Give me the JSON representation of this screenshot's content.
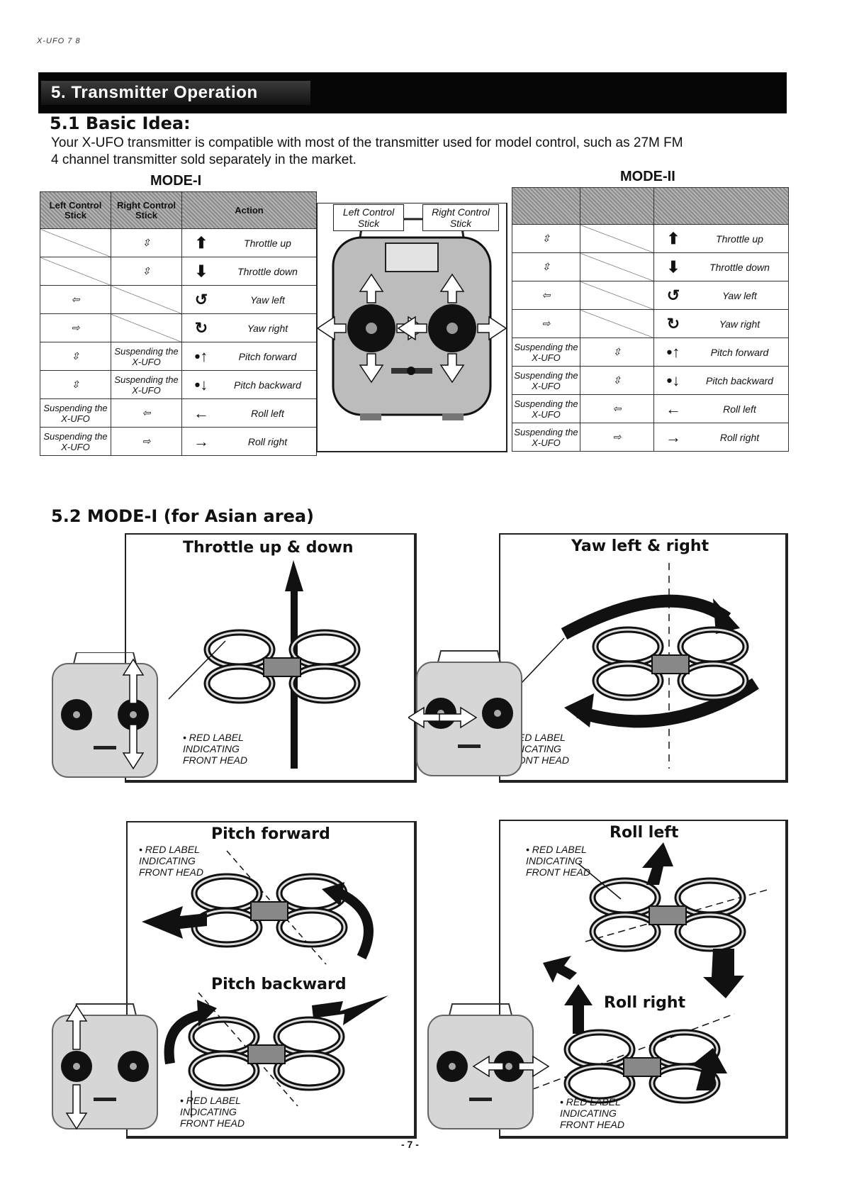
{
  "header": {
    "code": "X-UFO 7 8"
  },
  "section": {
    "title": "5. Transmitter Operation"
  },
  "basic": {
    "heading": "5.1 Basic Idea:",
    "line1": "Your X-UFO transmitter is compatible with most of the transmitter used for model control, such as 27M FM",
    "line2": "4 channel transmitter sold separately in the market."
  },
  "mode1": {
    "label": "MODE-I",
    "headers": {
      "left": "Left Control Stick",
      "right": "Right Control Stick",
      "action": "Action"
    },
    "rows": [
      {
        "left": "",
        "right": "⇳",
        "action": "Throttle up",
        "sym": "⬆"
      },
      {
        "left": "",
        "right": "⇳",
        "action": "Throttle down",
        "sym": "⬇"
      },
      {
        "left": "⇦",
        "right": "",
        "action": "Yaw left",
        "sym": "↺"
      },
      {
        "left": "⇨",
        "right": "",
        "action": "Yaw right",
        "sym": "↻"
      },
      {
        "left": "⇳",
        "right": "Suspending the X-UFO",
        "action": "Pitch forward",
        "sym": "•↑"
      },
      {
        "left": "⇳",
        "right": "Suspending the X-UFO",
        "action": "Pitch backward",
        "sym": "•↓"
      },
      {
        "left": "Suspending the X-UFO",
        "right": "⇦",
        "action": "Roll left",
        "sym": "←"
      },
      {
        "left": "Suspending the X-UFO",
        "right": "⇨",
        "action": "Roll right",
        "sym": "→"
      }
    ]
  },
  "mode2": {
    "label": "MODE-II",
    "rows": [
      {
        "left": "⇳",
        "right": "",
        "action": "Throttle up",
        "sym": "⬆"
      },
      {
        "left": "⇳",
        "right": "",
        "action": "Throttle down",
        "sym": "⬇"
      },
      {
        "left": "⇦",
        "right": "",
        "action": "Yaw left",
        "sym": "↺"
      },
      {
        "left": "⇨",
        "right": "",
        "action": "Yaw right",
        "sym": "↻"
      },
      {
        "left": "Suspending the X-UFO",
        "right": "⇳",
        "action": "Pitch forward",
        "sym": "•↑"
      },
      {
        "left": "Suspending the X-UFO",
        "right": "⇳",
        "action": "Pitch backward",
        "sym": "•↓"
      },
      {
        "left": "Suspending the X-UFO",
        "right": "⇦",
        "action": "Roll left",
        "sym": "←"
      },
      {
        "left": "Suspending the X-UFO",
        "right": "⇨",
        "action": "Roll right",
        "sym": "→"
      }
    ]
  },
  "transmitter": {
    "left_label": "Left Control Stick",
    "right_label": "Right Control Stick"
  },
  "mode1_section": {
    "heading": "5.2 MODE-I (for Asian area)",
    "panels": {
      "throttle": "Throttle up & down",
      "yaw": "Yaw left & right",
      "pitch_forward": "Pitch forward",
      "pitch_backward": "Pitch backward",
      "roll_left": "Roll left",
      "roll_right": "Roll right"
    },
    "red_label": "• RED LABEL",
    "red_label_2": "INDICATING",
    "red_label_3": "FRONT HEAD"
  },
  "footer": {
    "page": "- 7 -"
  }
}
